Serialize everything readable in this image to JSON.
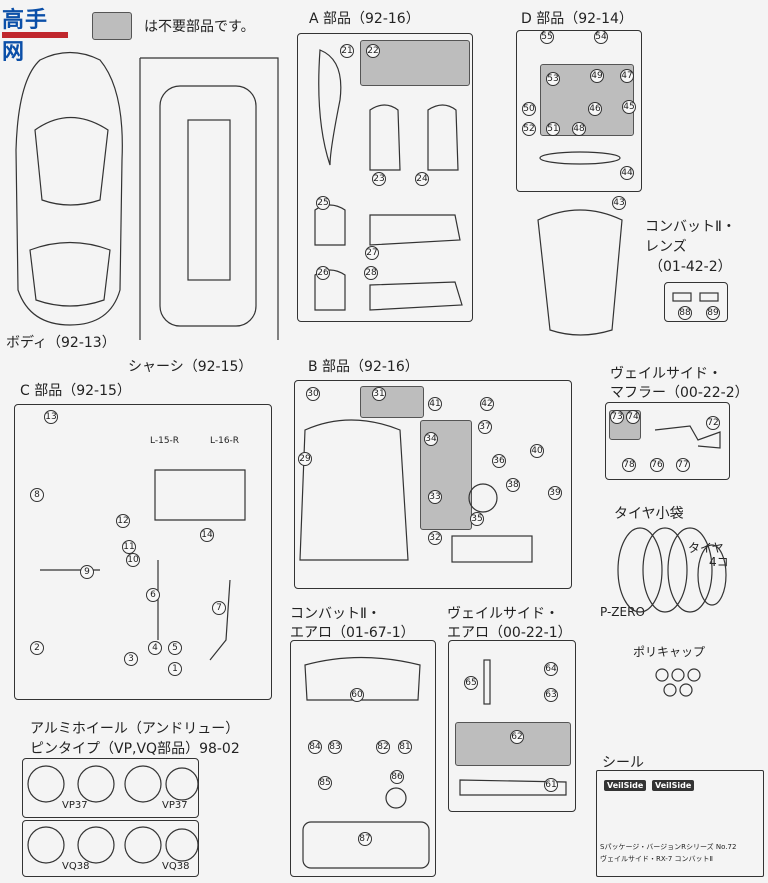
{
  "logo": {
    "text": "高手网"
  },
  "legend": {
    "text": "は不要部品です。"
  },
  "parts": {
    "body": "ボディ（92-13）",
    "chassis": "シャーシ（92-15）",
    "a": "A 部品（92-16）",
    "b": "B 部品（92-16）",
    "c": "C 部品（92-15）",
    "d": "D 部品（92-14）",
    "lens_1": "コンバットⅡ・",
    "lens_2": "レンズ",
    "lens_3": "（01-42-2）",
    "muffler_1": "ヴェイルサイド・",
    "muffler_2": "マフラー（00-22-2）",
    "tire_bag": "タイヤ小袋",
    "tire": "タイヤ",
    "tire_count": "4コ",
    "pzero": "P-ZERO",
    "polycap": "ポリキャップ",
    "aero1_1": "コンバットⅡ・",
    "aero1_2": "エアロ（01-67-1）",
    "aero2_1": "ヴェイルサイド・",
    "aero2_2": "エアロ（00-22-1）",
    "wheel_1": "アルミホイール（アンドリュー）",
    "wheel_2": "ピンタイプ（VP,VQ部品）98-02",
    "vp37": "VP37",
    "vq38": "VQ38",
    "seal": "シール",
    "seal_brand": "VeilSide",
    "seal_caption1": "Sパッケージ・バージョンRシリーズ No.72",
    "seal_caption2": "ヴェイルサイド・RX-7 コンバットⅡ",
    "l15": "L-15-R",
    "l16": "L-16-R"
  },
  "part_numbers": {
    "a": [
      "21",
      "22",
      "23",
      "24",
      "25",
      "26",
      "27",
      "28"
    ],
    "d": [
      "55",
      "54",
      "53",
      "49",
      "47",
      "50",
      "46",
      "52",
      "51",
      "48",
      "45",
      "44",
      "43"
    ],
    "lens": [
      "88",
      "89"
    ],
    "muffler": [
      "73",
      "74",
      "72",
      "76",
      "77",
      "78"
    ],
    "b": [
      "30",
      "31",
      "29",
      "41",
      "42",
      "37",
      "34",
      "40",
      "36",
      "38",
      "39",
      "33",
      "35",
      "32"
    ],
    "c": [
      "13",
      "14",
      "8",
      "12",
      "9",
      "11",
      "10",
      "6",
      "7",
      "2",
      "3",
      "4",
      "5",
      "1"
    ],
    "aero1": [
      "60",
      "84",
      "83",
      "82",
      "81",
      "85",
      "86",
      "87"
    ],
    "aero2": [
      "65",
      "64",
      "63",
      "62",
      "61"
    ]
  }
}
